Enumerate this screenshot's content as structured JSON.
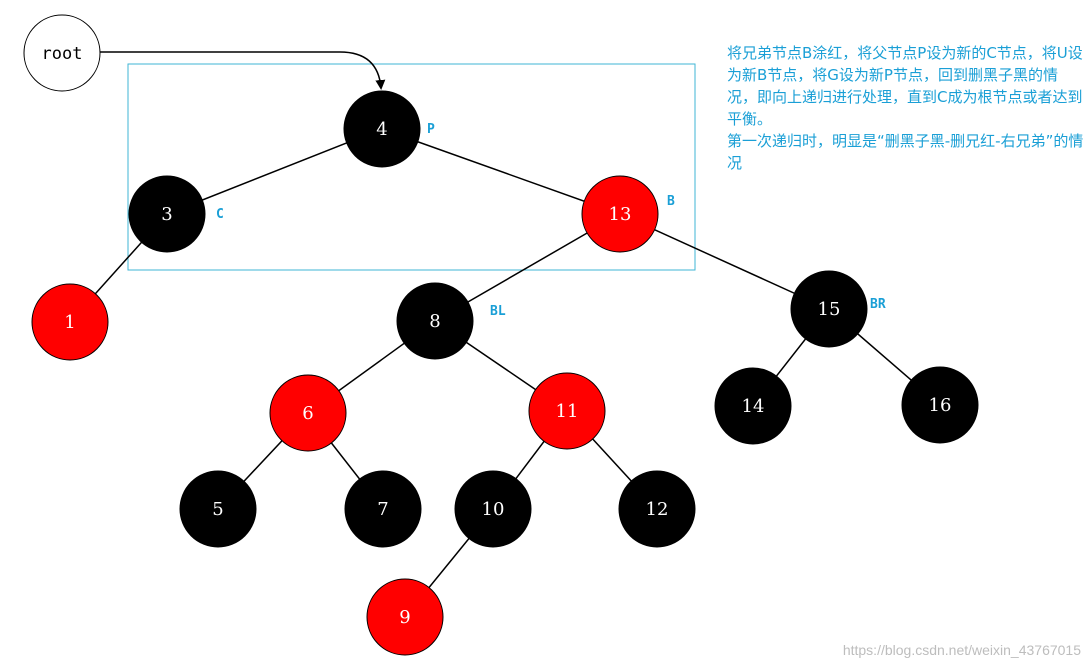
{
  "root_label": "root",
  "tags": {
    "p": "P",
    "c": "C",
    "b": "B",
    "bl": "BL",
    "br": "BR"
  },
  "nodes": {
    "n4": {
      "label": "4",
      "color": "black"
    },
    "n3": {
      "label": "3",
      "color": "black"
    },
    "n13": {
      "label": "13",
      "color": "red"
    },
    "n1": {
      "label": "1",
      "color": "red"
    },
    "n8": {
      "label": "8",
      "color": "black"
    },
    "n15": {
      "label": "15",
      "color": "black"
    },
    "n6": {
      "label": "6",
      "color": "red"
    },
    "n11": {
      "label": "11",
      "color": "red"
    },
    "n14": {
      "label": "14",
      "color": "black"
    },
    "n16": {
      "label": "16",
      "color": "black"
    },
    "n5": {
      "label": "5",
      "color": "black"
    },
    "n7": {
      "label": "7",
      "color": "black"
    },
    "n10": {
      "label": "10",
      "color": "black"
    },
    "n12": {
      "label": "12",
      "color": "black"
    },
    "n9": {
      "label": "9",
      "color": "red"
    }
  },
  "colors": {
    "black": "#000000",
    "red": "#ff0000",
    "annotation": "#1a9fd6",
    "highlight_box": "#3fb6d6"
  },
  "note": {
    "line1": "将兄弟节点B涂红，将父节点P设为新的C节点，将U设为新B节点，将G设为新P节点，回到删黑子黑的情况，即向上递归进行处理，直到C成为根节点或者达到平衡。",
    "line2": "第一次递归时，明显是“删黑子黑-删兄红-右兄弟”的情况"
  },
  "watermark": "https://blog.csdn.net/weixin_43767015"
}
